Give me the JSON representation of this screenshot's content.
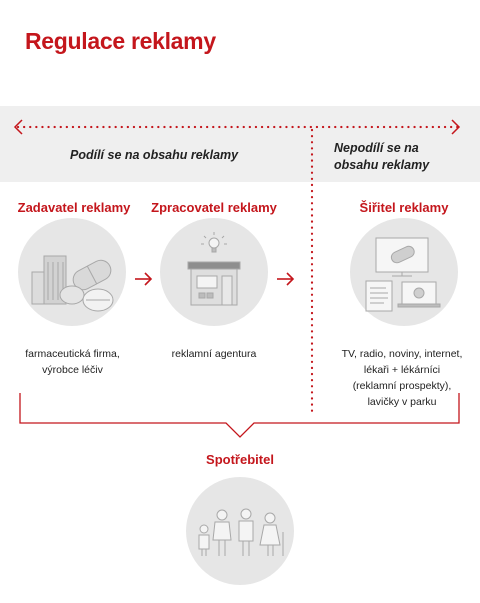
{
  "title": "Regulace reklamy",
  "band": {
    "left_label": "Podílí se na obsahu reklamy",
    "right_label_line1": "Nepodílí se na",
    "right_label_line2": "obsahu reklamy"
  },
  "columns": [
    {
      "heading": "Zadavatel reklamy",
      "desc_line1": "farmaceutická firma,",
      "desc_line2": "výrobce léčiv"
    },
    {
      "heading": "Zpracovatel reklamy",
      "desc_line1": "reklamní agentura"
    },
    {
      "heading": "Šiřitel reklamy",
      "desc_line1": "TV, radio, noviny, internet,",
      "desc_line2": "lékaři + lékárníci",
      "desc_line3": "(reklamní prospekty),",
      "desc_line4": "lavičky v parku"
    }
  ],
  "consumer": {
    "heading": "Spotřebitel"
  },
  "colors": {
    "accent": "#c4161c",
    "band": "#efefef",
    "circle": "#e6e6e6",
    "icon_fill": "#d2d2d2",
    "icon_stroke": "#a8a8a8"
  },
  "icons": [
    "buildings-pills-icon",
    "lightbulb-storefront-icon",
    "media-devices-icon",
    "family-icon"
  ]
}
